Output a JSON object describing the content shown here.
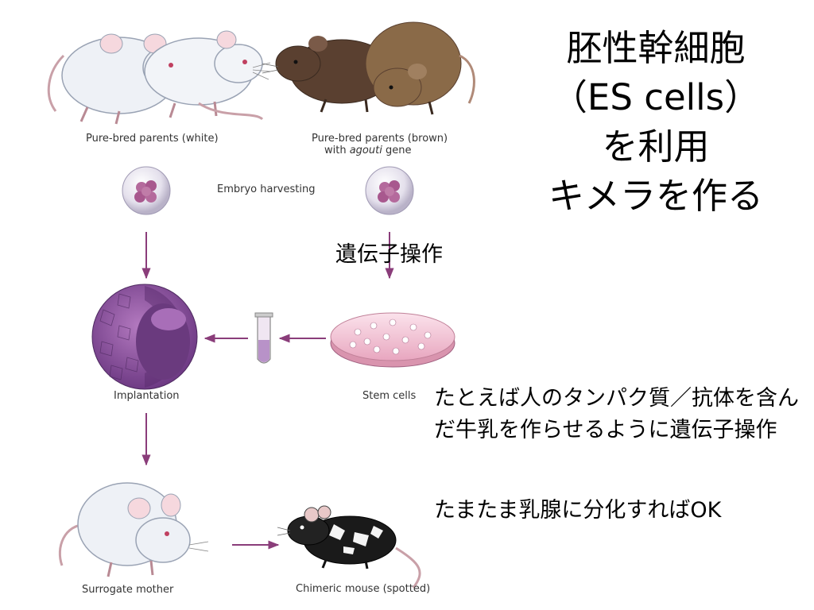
{
  "figure": {
    "labels": {
      "parents_white": "Pure-bred parents (white)",
      "parents_brown_line1": "Pure-bred parents (brown)",
      "parents_brown_with": "with ",
      "parents_brown_agouti": "agouti",
      "parents_brown_gene": " gene",
      "embryo_harvesting": "Embryo harvesting",
      "implantation": "Implantation",
      "stem_cells": "Stem cells",
      "surrogate_mother": "Surrogate mother",
      "chimeric_mouse": "Chimeric mouse (spotted)"
    }
  },
  "slide": {
    "title_lines": [
      "胚性幹細胞",
      "（ES cells）",
      "を利用",
      "キメラを作る"
    ],
    "gene_operation": "遺伝子操作",
    "example_text": "たとえば人のタンパク質／抗体を含んだ牛乳を作らせるように遺伝子操作",
    "chance_text": "たまたま乳腺に分化すればOK"
  },
  "colors": {
    "arrow": "#8a3d7a",
    "blastocyst": "#9a5aa8",
    "dish": "#f4c9d8",
    "white_mouse": "#eef1f6",
    "brown_mouse_dark": "#5a4030",
    "brown_mouse_light": "#8a6a48"
  }
}
